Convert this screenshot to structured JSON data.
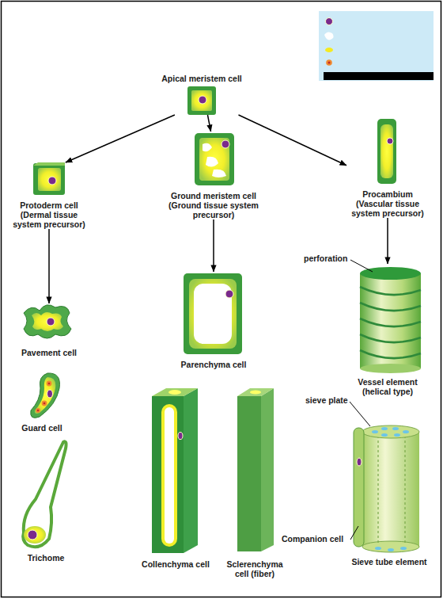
{
  "diagram": {
    "nodes": [
      {
        "text": [
          "Apical meristem cell"
        ]
      },
      {
        "text": [
          "Protoderm cell (Dermal tissue system precursor)"
        ]
      },
      {
        "text": [
          "Ground meristem cell (Ground tissue system precursor)"
        ]
      },
      {
        "text": [
          "Procambium (Vascular tissue system precursor)"
        ]
      },
      {
        "text": [
          "Pavement cell"
        ]
      },
      {
        "text": [
          "Parenchyma cell"
        ]
      },
      {
        "text": [
          "Vessel element (helical type)"
        ]
      },
      {
        "text": [
          "Guard cell"
        ]
      },
      {
        "text": [
          "Trichome"
        ]
      },
      {
        "text": [
          "Collenchyma cell"
        ]
      },
      {
        "text": [
          "Sclerenchyma cell (fiber)"
        ]
      },
      {
        "text": [
          "Sieve tube element"
        ]
      }
    ],
    "edges": [
      {
        "from": 0,
        "to": 1,
        "arrow": "to"
      },
      {
        "from": 0,
        "to": 2,
        "arrow": "to"
      },
      {
        "from": 0,
        "to": 3,
        "arrow": "to"
      },
      {
        "from": 1,
        "to": 4,
        "arrow": "to"
      },
      {
        "from": 2,
        "to": 5,
        "arrow": "to"
      },
      {
        "from": 3,
        "to": 6,
        "arrow": "to"
      }
    ],
    "labels": [
      "perforation",
      "sieve plate",
      "Companion cell"
    ]
  }
}
